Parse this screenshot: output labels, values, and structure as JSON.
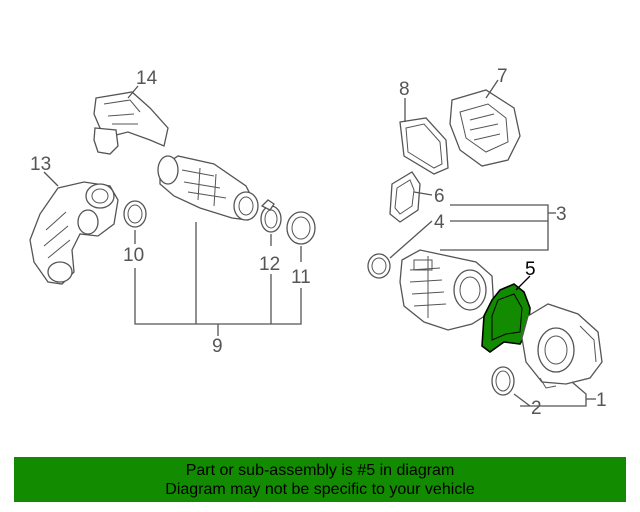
{
  "diagram": {
    "callouts": {
      "c1": "1",
      "c2": "2",
      "c3": "3",
      "c4": "4",
      "c5": "5",
      "c6": "6",
      "c7": "7",
      "c8": "8",
      "c9": "9",
      "c10": "10",
      "c11": "11",
      "c12": "12",
      "c13": "13",
      "c14": "14"
    },
    "highlighted_part": "5",
    "highlight_color": "#138b00",
    "line_color": "#555555"
  },
  "banner": {
    "line1": "Part or sub-assembly is #5 in diagram",
    "line2": "Diagram may not be specific to your vehicle",
    "background": "#138b00"
  }
}
